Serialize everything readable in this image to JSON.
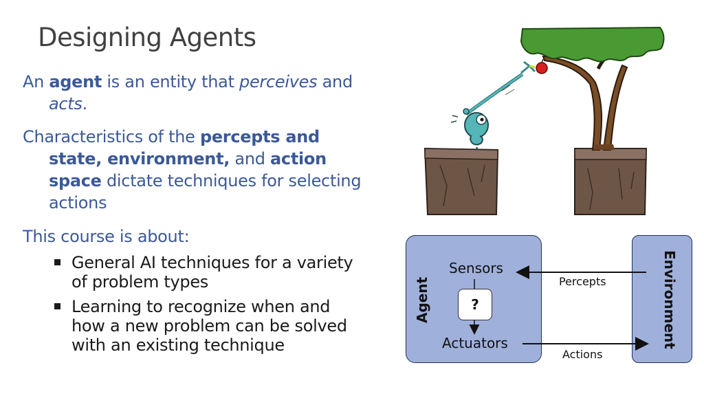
{
  "slide": {
    "title": "Designing Agents"
  },
  "content": {
    "p1": {
      "t1": "An ",
      "t2": "agent",
      "t3": " is an entity that ",
      "t4": "perceives",
      "t5": " and ",
      "t6": "acts",
      "t7": "."
    },
    "p2": {
      "t1": "Characteristics of the ",
      "t2": "percepts and state, environment,",
      "t3": " and ",
      "t4": "action space",
      "t5": " dictate techniques for selecting actions"
    },
    "p3": "This course is about:",
    "bullets": [
      "General AI techniques for a variety of problem types",
      "Learning to recognize when and how a new problem can be solved with an existing technique"
    ]
  },
  "diagram": {
    "agent_label": "Agent",
    "environment_label": "Environment",
    "sensors_label": "Sensors",
    "actuators_label": "Actuators",
    "unknown_label": "?",
    "percepts_label": "Percepts",
    "actions_label": "Actions"
  },
  "colors": {
    "heading_text": "#404040",
    "accent_text": "#3b5998",
    "box_fill": "#9fb0db",
    "box_border": "#1f2f5a",
    "tree_green": "#4a9a33",
    "trunk_brown": "#7a4e26",
    "cliff_brown": "#6e5647",
    "apple_red": "#d81e1e",
    "robot_teal": "#55b6b8"
  }
}
